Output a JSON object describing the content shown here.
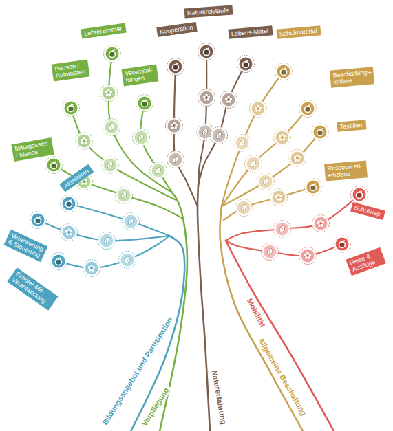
{
  "diagram": {
    "nodes": [
      {
        "text": [
          "Lehrerzimmer"
        ]
      },
      {
        "text": [
          "Pausen / Automaten"
        ]
      },
      {
        "text": [
          "Veranstal- tungen"
        ]
      },
      {
        "text": [
          "Mittagessen / Mensa"
        ]
      },
      {
        "text": [
          "Kooperation"
        ]
      },
      {
        "text": [
          "Naturkreisläufe"
        ]
      },
      {
        "text": [
          "Lebens-Mittel"
        ]
      },
      {
        "text": [
          "Schulmaterial"
        ]
      },
      {
        "text": [
          "Beschaffungs- leitlinie"
        ]
      },
      {
        "text": [
          "Textilien"
        ]
      },
      {
        "text": [
          "Ressourcen- effizienz"
        ]
      },
      {
        "text": [
          "Schulweg"
        ]
      },
      {
        "text": [
          "Reise & Ausflüge"
        ]
      },
      {
        "text": [
          "Aktivitäten"
        ]
      },
      {
        "text": [
          "Verankerung & Steuerung"
        ]
      },
      {
        "text": [
          "Schüler-Mit- Verantwortung"
        ]
      }
    ],
    "labels": [
      "Bildungsangebot und Partizipation",
      "Verpflegung",
      "Naturerfahrung",
      "Allgemeine Beschaffung",
      "Mobilität"
    ]
  }
}
